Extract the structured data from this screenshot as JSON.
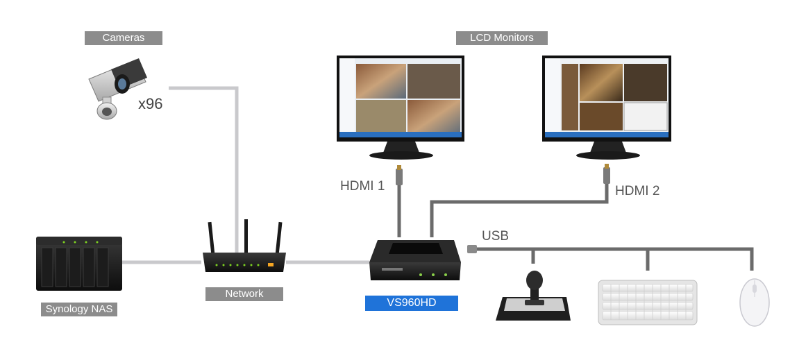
{
  "labels": {
    "cameras": "Cameras",
    "camera_count": "x96",
    "lcd_monitors": "LCD Monitors",
    "hdmi1": "HDMI 1",
    "hdmi2": "HDMI 2",
    "usb": "USB",
    "network": "Network",
    "nas": "Synology NAS",
    "device": "VS960HD"
  },
  "colors": {
    "cable_light": "#c9c9cc",
    "cable_dark": "#6b6b6b",
    "tag_gray": "#8c8c8c",
    "tag_blue": "#1f73d9"
  },
  "icons": [
    "camera-icon",
    "monitor-icon",
    "router-icon",
    "nas-icon",
    "vs960hd-device-icon",
    "joystick-icon",
    "keyboard-icon",
    "mouse-icon"
  ]
}
